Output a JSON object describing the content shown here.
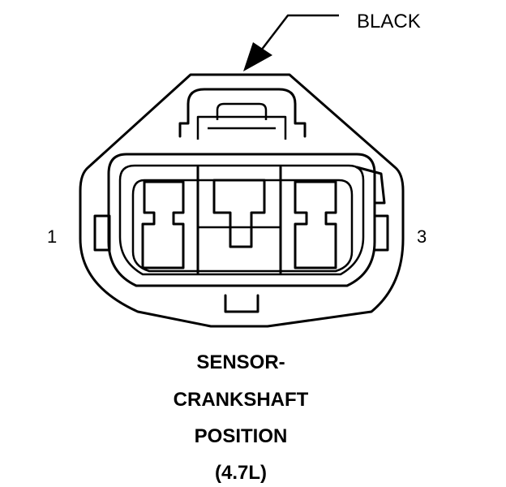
{
  "diagram": {
    "callout_label": "BLACK",
    "pin_left": "1",
    "pin_right": "3",
    "caption_lines": [
      "SENSOR-",
      "CRANKSHAFT",
      "POSITION",
      "(4.7L)"
    ]
  },
  "colors": {
    "line": "#000000",
    "background": "#ffffff"
  }
}
